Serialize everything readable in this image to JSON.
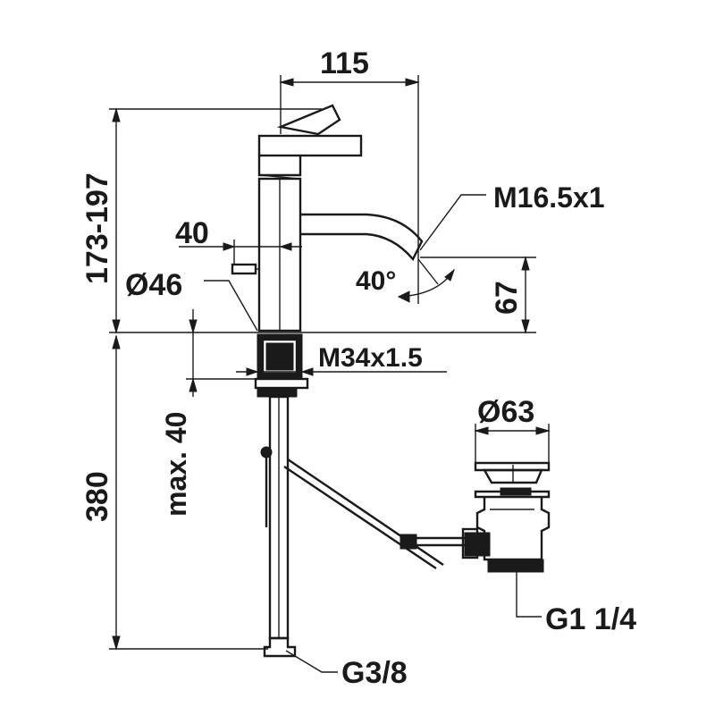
{
  "dimensions": {
    "spout_reach": "115",
    "height_range": "173-197",
    "thread_spout": "M16.5x1",
    "lever_offset": "40",
    "spout_angle": "40°",
    "body_diameter": "Ø46",
    "aerator_height": "67",
    "mount_thread": "M34x1.5",
    "max_thickness": "max. 40",
    "hose_length": "380",
    "drain_diameter": "Ø63",
    "drain_thread": "G1 1/4",
    "hose_thread": "G3/8"
  }
}
